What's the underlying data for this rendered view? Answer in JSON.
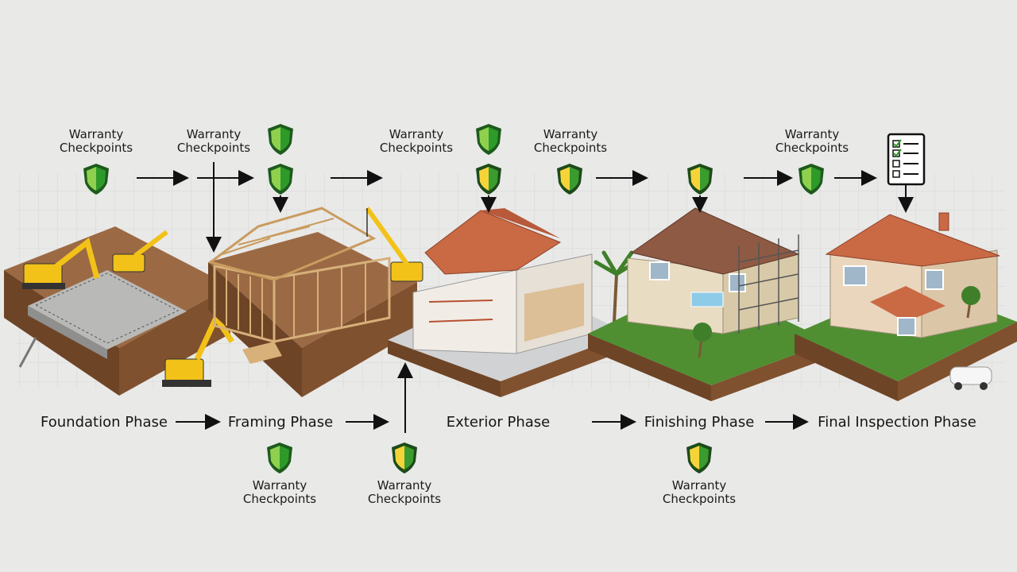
{
  "checkpoint_label": "Warranty\nCheckpoints",
  "checkpoints_top": [
    {
      "text": "Warranty Checkpoints",
      "line1": "Warranty",
      "line2": "Checkpoints"
    },
    {
      "text": "Warranty Checkpoints",
      "line1": "Warranty",
      "line2": "Checkpoints"
    },
    {
      "text": "Warranty Checkpoints",
      "line1": "Warranty",
      "line2": "Checkpoints"
    },
    {
      "text": "Warranty Checkpoints",
      "line1": "Warranty",
      "line2": "Checkpoints"
    },
    {
      "text": "Warranty Checkpoints",
      "line1": "Warranty",
      "line2": "Checkpoints"
    }
  ],
  "checkpoints_bottom": [
    {
      "line1": "Warranty",
      "line2": "Checkpoints"
    },
    {
      "line1": "Warranty",
      "line2": "Checkpoints"
    },
    {
      "line1": "Warranty",
      "line2": "Checkpoints"
    }
  ],
  "phases": [
    {
      "label": "Foundation Phase"
    },
    {
      "label": "Framing Phase"
    },
    {
      "label": "Exterior Phase"
    },
    {
      "label": "Finishing Phase"
    },
    {
      "label": "Final Inspection Phase"
    }
  ],
  "icons": [
    "shield-green-icon",
    "shield-yellow-icon",
    "checklist-icon",
    "arrow-right-icon",
    "arrow-down-icon",
    "arrow-up-icon"
  ],
  "colors": {
    "background": "#e9e9e8",
    "grid": "#d6d6d6",
    "shield_green": "#2f9a2a",
    "shield_yellow": "#e8c62a",
    "soil": "#8a5a36",
    "grass": "#4f8f32",
    "roof": "#c96a45",
    "wall": "#e8dcc2",
    "timber": "#d7b07a",
    "machine": "#f2c218"
  }
}
